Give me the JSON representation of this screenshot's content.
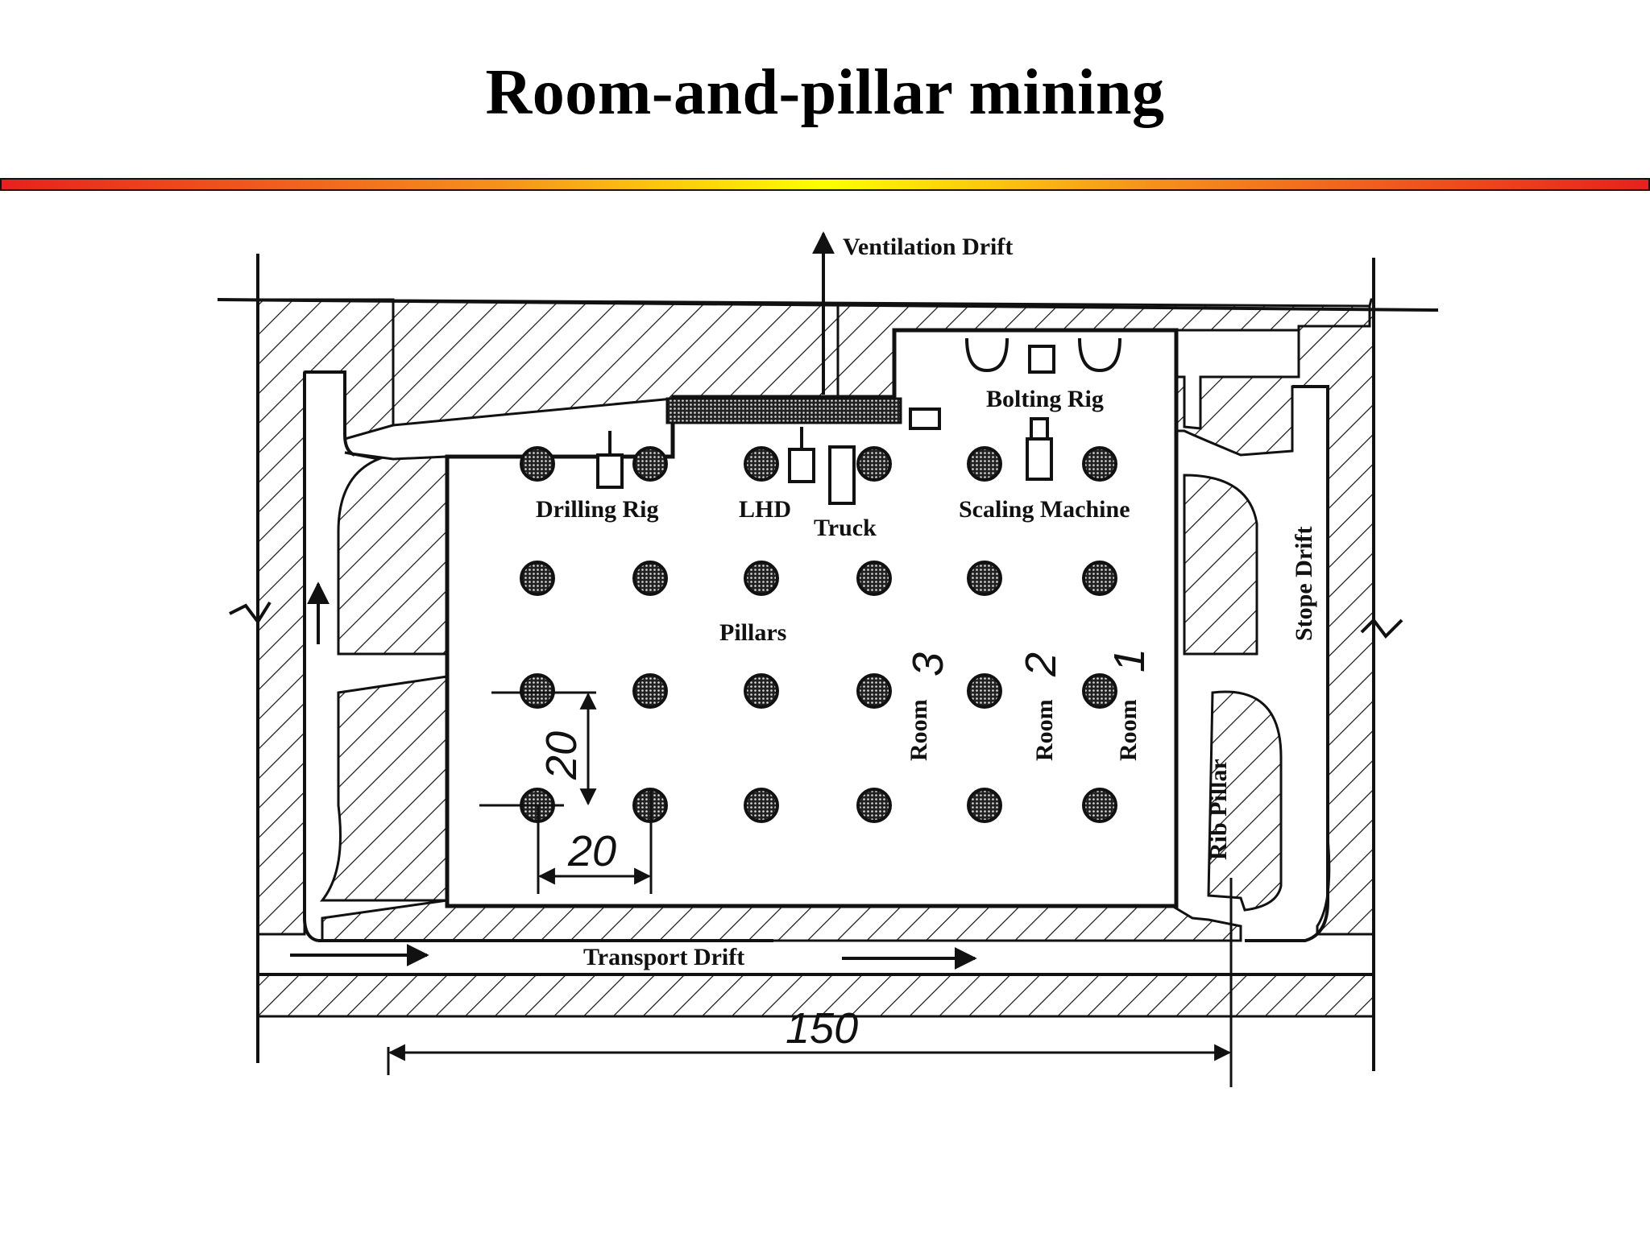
{
  "title": "Room-and-pillar mining",
  "labels": {
    "ventilation_drift": "Ventilation Drift",
    "bolting_rig": "Bolting Rig",
    "drilling_rig": "Drilling Rig",
    "lhd": "LHD",
    "truck": "Truck",
    "scaling_machine": "Scaling Machine",
    "stope_drift": "Stope Drift",
    "pillars": "Pillars",
    "room_3": "Room",
    "room_2": "Room",
    "room_1": "Room",
    "room_3_num": "3",
    "room_2_num": "2",
    "room_1_num": "1",
    "rib_pillar": "Rib Pillar",
    "transport_drift": "Transport Drift"
  },
  "dimensions": {
    "pillar_spacing_vertical": "20",
    "pillar_spacing_horizontal": "20",
    "stope_width": "150"
  },
  "colors": {
    "ink": "#111111",
    "divider_red": "#e8201e",
    "divider_orange": "#f6901c",
    "divider_yellow": "#ffff00"
  }
}
